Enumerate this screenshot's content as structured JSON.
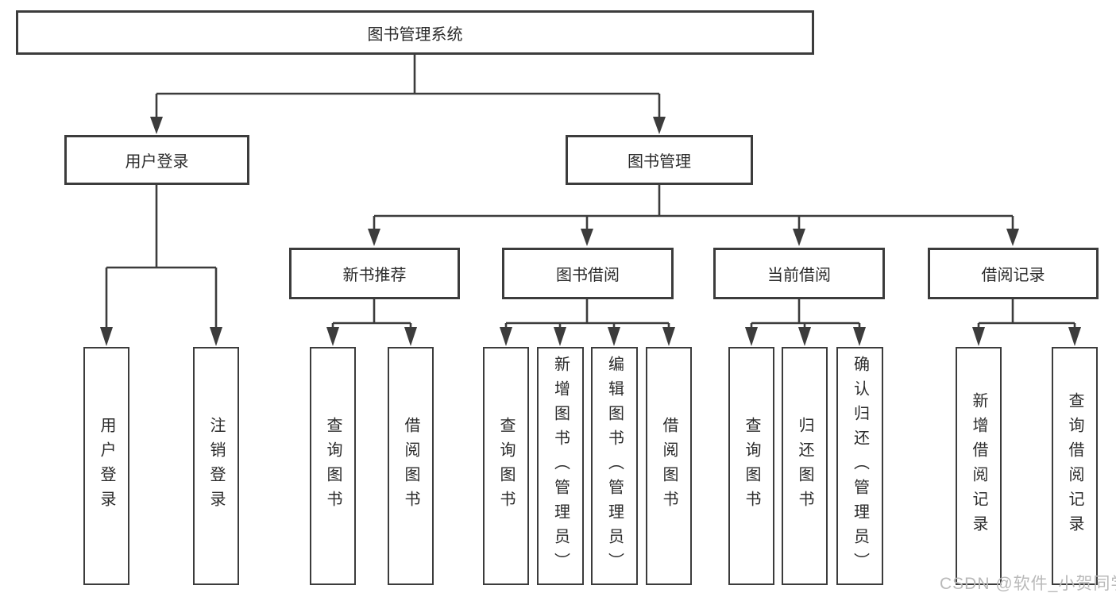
{
  "diagram": {
    "title": "图书管理系统",
    "root": {
      "label": "图书管理系统"
    },
    "user_branch": {
      "label": "用户登录",
      "children": [
        {
          "label": "用户登录"
        },
        {
          "label": "注销登录"
        }
      ]
    },
    "book_branch": {
      "label": "图书管理",
      "sections": [
        {
          "label": "新书推荐",
          "children": [
            {
              "label": "查询图书"
            },
            {
              "label": "借阅图书"
            }
          ]
        },
        {
          "label": "图书借阅",
          "children": [
            {
              "label": "查询图书"
            },
            {
              "label": "新增图书（管理员）"
            },
            {
              "label": "编辑图书（管理员）"
            },
            {
              "label": "借阅图书"
            }
          ]
        },
        {
          "label": "当前借阅",
          "children": [
            {
              "label": "查询图书"
            },
            {
              "label": "归还图书"
            },
            {
              "label": "确认归还（管理员）"
            }
          ]
        },
        {
          "label": "借阅记录",
          "children": [
            {
              "label": "新增借阅记录"
            },
            {
              "label": "查询借阅记录"
            }
          ]
        }
      ]
    },
    "colors": {
      "line": "#3c3c3c",
      "box_border": "#3c3c3c",
      "text": "#2b2b2b",
      "background": "#ffffff",
      "watermark": "#b9b9b9"
    }
  },
  "watermark": {
    "text": "CSDN @软件_小贺同学"
  }
}
